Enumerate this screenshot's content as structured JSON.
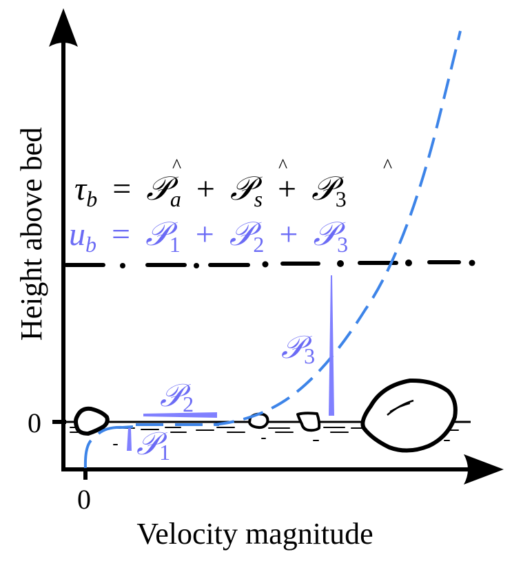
{
  "diagram": {
    "axes": {
      "x_label": "Velocity magnitude",
      "y_label": "Height above bed",
      "x_tick": "0",
      "y_tick": "0"
    },
    "equations": {
      "stress": {
        "lhs": "τ",
        "lhs_sub": "b",
        "eq": "=",
        "terms": [
          {
            "sym": "𝒫",
            "hat": "^",
            "sub": "a"
          },
          {
            "sym": "𝒫",
            "hat": "^",
            "sub": "s"
          },
          {
            "sym": "𝒫",
            "hat": "^",
            "sub": "3"
          }
        ],
        "plus": "+",
        "color": "#000000"
      },
      "velocity": {
        "lhs": "u",
        "lhs_sub": "b",
        "eq": "=",
        "terms": [
          {
            "sym": "𝒫",
            "sub": "1"
          },
          {
            "sym": "𝒫",
            "sub": "2"
          },
          {
            "sym": "𝒫",
            "sub": "3"
          }
        ],
        "plus": "+",
        "color": "#6b6bf5"
      }
    },
    "labels": {
      "p1": {
        "sym": "𝒫",
        "sub": "1"
      },
      "p2": {
        "sym": "𝒫",
        "sub": "2"
      },
      "p3": {
        "sym": "𝒫",
        "sub": "3"
      }
    },
    "colors": {
      "profile_curve": "#3d84e8",
      "annotation": "#6b6bf5",
      "annotation_fill": "#8080ff",
      "ink": "#000000"
    }
  }
}
